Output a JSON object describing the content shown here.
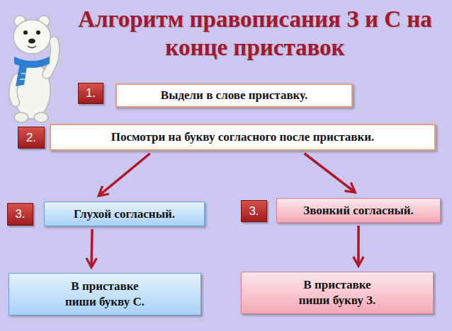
{
  "diagram": {
    "title": "Алгоритм правописания З и С на конце приставок",
    "nodes": [
      {
        "text": [
          "1."
        ]
      },
      {
        "text": [
          "Выдели в слове приставку."
        ]
      },
      {
        "text": [
          "2."
        ]
      },
      {
        "text": [
          "Посмотри на букву согласного после приставки."
        ]
      },
      {
        "text": [
          "3."
        ]
      },
      {
        "text": [
          "Глухой согласный."
        ]
      },
      {
        "text": [
          "3."
        ]
      },
      {
        "text": [
          "Звонкий согласный."
        ]
      },
      {
        "text": [
          "В приставке пиши букву С."
        ]
      },
      {
        "text": [
          "В приставке пиши букву З."
        ]
      }
    ],
    "edges": [
      {
        "from": 3,
        "to": 5,
        "arrow": "to"
      },
      {
        "from": 3,
        "to": 7,
        "arrow": "to"
      },
      {
        "from": 5,
        "to": 8,
        "arrow": "to"
      },
      {
        "from": 7,
        "to": 9,
        "arrow": "to"
      }
    ]
  }
}
